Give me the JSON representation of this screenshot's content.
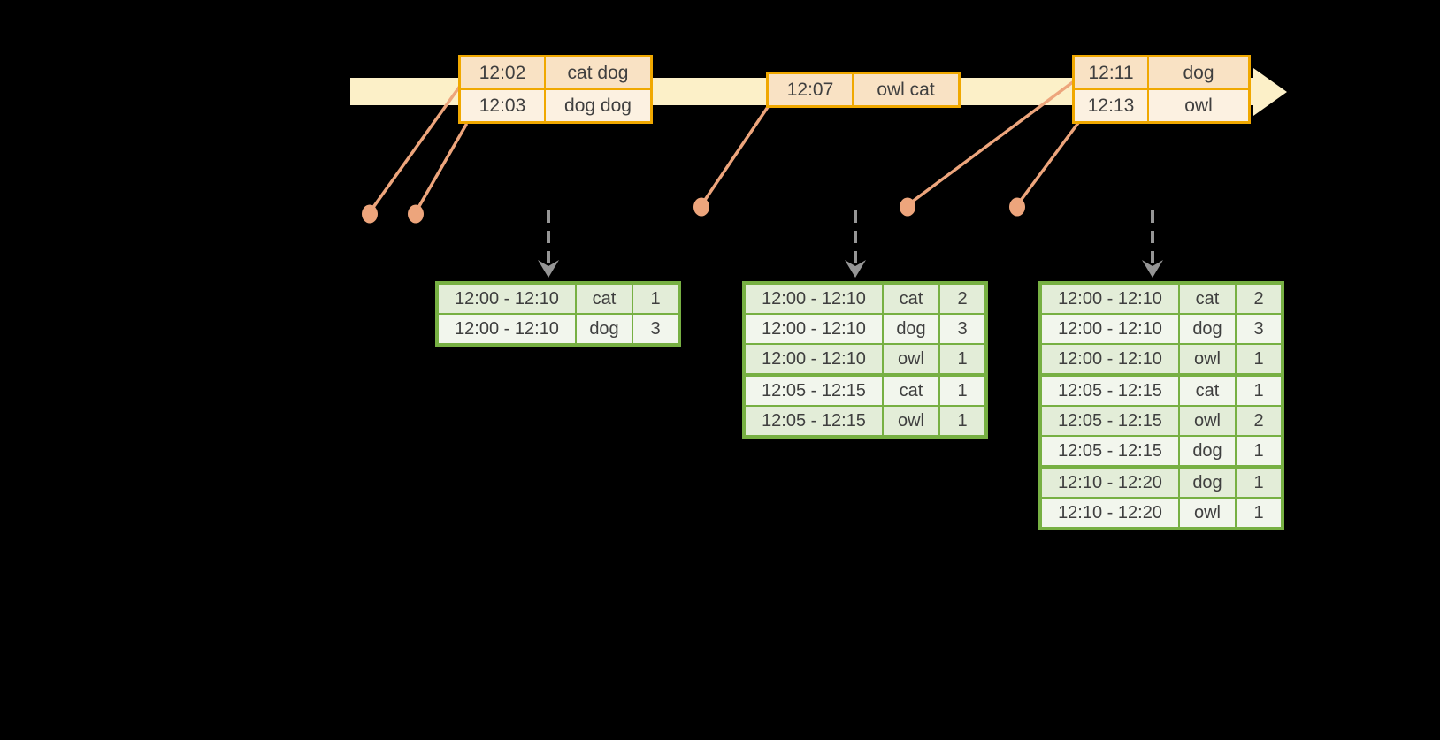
{
  "colors": {
    "background": "#000000",
    "timeline_band": "#fcf0c8",
    "event_table_border": "#f0a800",
    "event_row_dark": "#f9e2c4",
    "event_row_light": "#fcf1e1",
    "marker_salmon": "#eda57c",
    "result_table_border": "#77b043",
    "result_row_dark": "#e3edd8",
    "result_row_light": "#f2f6ed",
    "trigger_arrow_gray": "#969696",
    "text": "#3f3f3f"
  },
  "icons": {
    "timeline_arrowhead": "arrow-right",
    "trigger_arrow": "dashed-arrow-down",
    "event_marker": "dot"
  },
  "timeline": {
    "event_tables": [
      {
        "rows": [
          [
            "12:02",
            "cat dog"
          ],
          [
            "12:03",
            "dog dog"
          ]
        ]
      },
      {
        "rows": [
          [
            "12:07",
            "owl cat"
          ]
        ]
      },
      {
        "rows": [
          [
            "12:11",
            "dog"
          ],
          [
            "12:13",
            "owl"
          ]
        ]
      }
    ]
  },
  "result_tables": [
    {
      "rows": [
        [
          "12:00 - 12:10",
          "cat",
          "1"
        ],
        [
          "12:00 - 12:10",
          "dog",
          "3"
        ]
      ]
    },
    {
      "rows": [
        [
          "12:00 - 12:10",
          "cat",
          "2"
        ],
        [
          "12:00 - 12:10",
          "dog",
          "3"
        ],
        [
          "12:00 - 12:10",
          "owl",
          "1"
        ],
        [
          "12:05 - 12:15",
          "cat",
          "1"
        ],
        [
          "12:05 - 12:15",
          "owl",
          "1"
        ]
      ]
    },
    {
      "rows": [
        [
          "12:00 - 12:10",
          "cat",
          "2"
        ],
        [
          "12:00 - 12:10",
          "dog",
          "3"
        ],
        [
          "12:00 - 12:10",
          "owl",
          "1"
        ],
        [
          "12:05 - 12:15",
          "cat",
          "1"
        ],
        [
          "12:05 - 12:15",
          "owl",
          "2"
        ],
        [
          "12:05 - 12:15",
          "dog",
          "1"
        ],
        [
          "12:10 - 12:20",
          "dog",
          "1"
        ],
        [
          "12:10 - 12:20",
          "owl",
          "1"
        ]
      ]
    }
  ]
}
